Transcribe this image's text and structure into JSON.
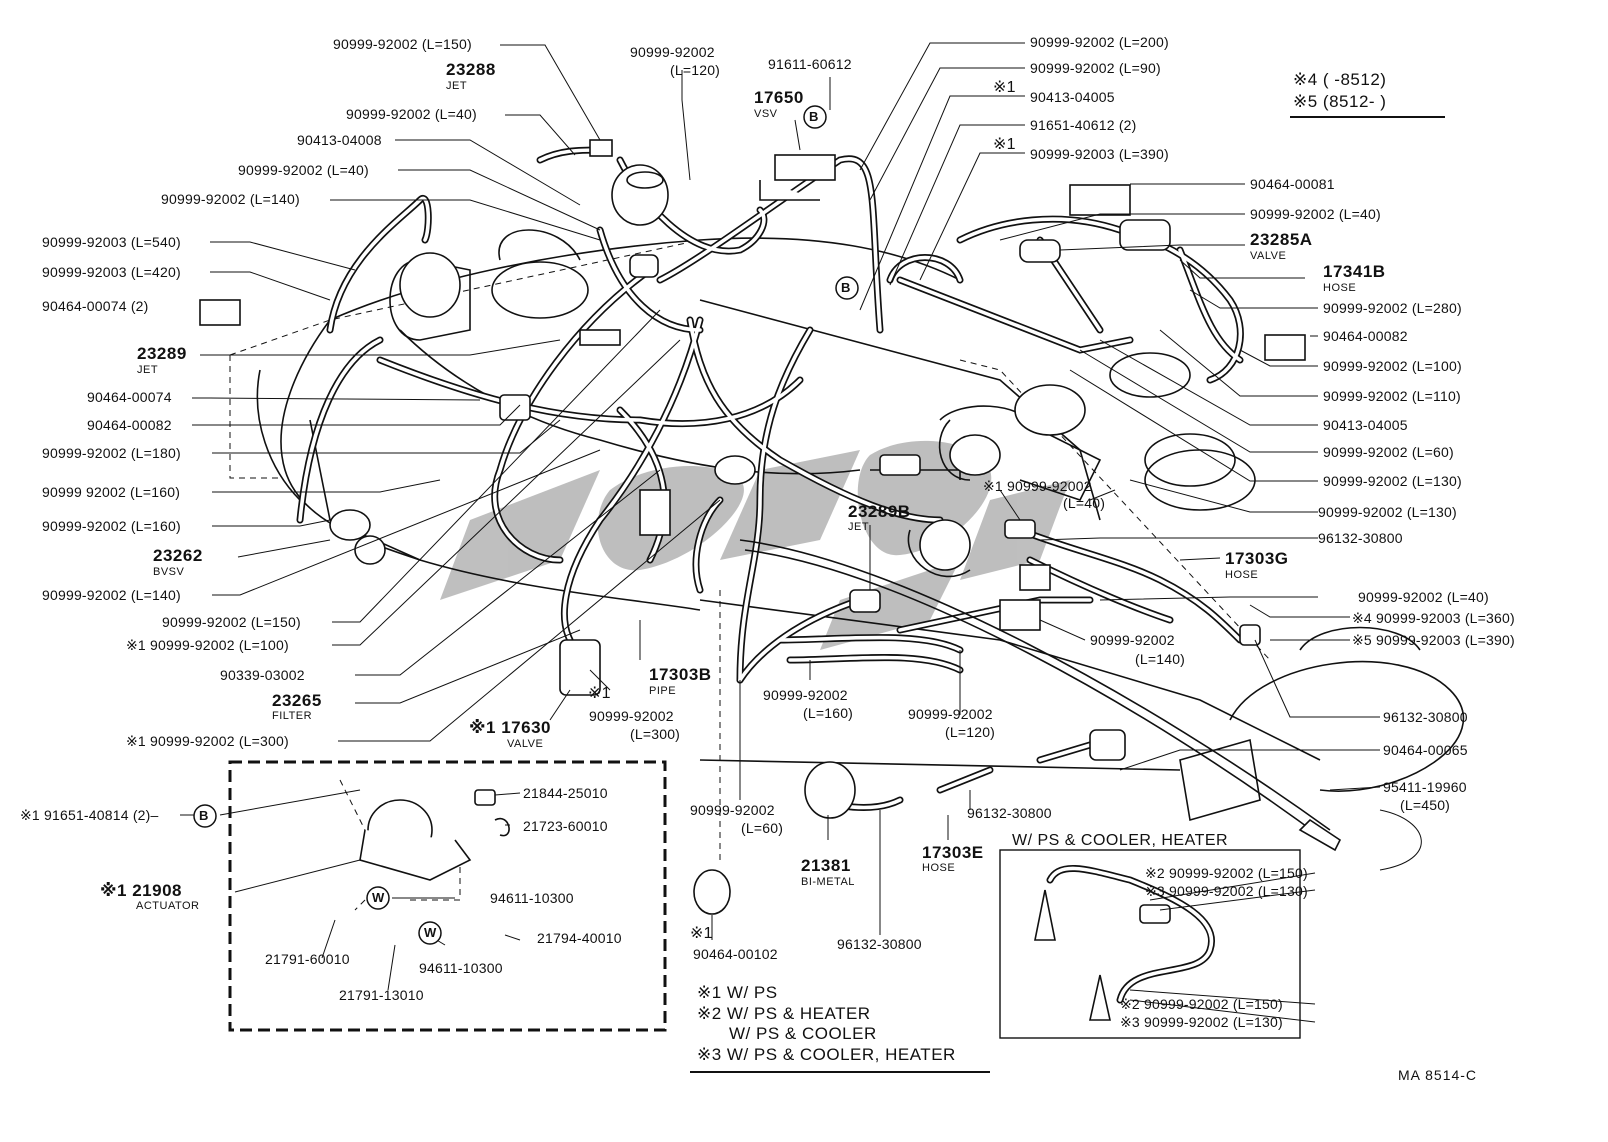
{
  "diagram": {
    "drawing_code": "MA  8514-C",
    "watermark": "TOYOTA",
    "legend_top": {
      "line1": "※4 (      -8512)",
      "line2": "※5 (8512-       )"
    },
    "legend_bottom": {
      "line1": "※1 W/ PS",
      "line2": "※2 W/ PS & HEATER",
      "line3": "W/ PS & COOLER",
      "line4": "※3 W/ PS & COOLER, HEATER"
    },
    "inset_title": "W/ PS & COOLER, HEATER",
    "callouts_left": [
      {
        "text": "90999-92002 (L=150)"
      },
      {
        "text": "23288"
      },
      {
        "text": "JET"
      },
      {
        "text": "90999-92002 (L=40)"
      },
      {
        "text": "90413-04008"
      },
      {
        "text": "90999-92002 (L=40)"
      },
      {
        "text": "90999-92002 (L=140)"
      },
      {
        "text": "90999-92003 (L=540)"
      },
      {
        "text": "90999-92003 (L=420)"
      },
      {
        "text": "90464-00074 (2)"
      },
      {
        "text": "23289"
      },
      {
        "text": "JET"
      },
      {
        "text": "90464-00074"
      },
      {
        "text": "90464-00082"
      },
      {
        "text": "90999-92002 (L=180)"
      },
      {
        "text": "90999 92002 (L=160)"
      },
      {
        "text": "90999-92002 (L=160)"
      },
      {
        "text": "23262"
      },
      {
        "text": "BVSV"
      },
      {
        "text": "90999-92002 (L=140)"
      },
      {
        "text": "90999-92002 (L=150)"
      },
      {
        "text": "※1  90999-92002 (L=100)"
      },
      {
        "text": "90339-03002"
      },
      {
        "text": "23265"
      },
      {
        "text": "FILTER"
      },
      {
        "text": "※1  90999-92002 (L=300)"
      }
    ],
    "callouts_top": [
      {
        "text": "90999-92002"
      },
      {
        "text": "(L=120)"
      },
      {
        "text": "91611-60612"
      },
      {
        "text": "17650"
      },
      {
        "text": "VSV"
      }
    ],
    "callouts_right": [
      {
        "text": "90999-92002 (L=200)"
      },
      {
        "text": "90999-92002 (L=90)"
      },
      {
        "text": "※1"
      },
      {
        "text": "90413-04005"
      },
      {
        "text": "91651-40612 (2)"
      },
      {
        "text": "※1"
      },
      {
        "text": "90999-92003 (L=390)"
      },
      {
        "text": "90464-00081"
      },
      {
        "text": "90999-92002 (L=40)"
      },
      {
        "text": "23285A"
      },
      {
        "text": "VALVE"
      },
      {
        "text": "17341B"
      },
      {
        "text": "HOSE"
      },
      {
        "text": "90999-92002 (L=280)"
      },
      {
        "text": "90464-00082"
      },
      {
        "text": "90999-92002 (L=100)"
      },
      {
        "text": "90999-92002 (L=110)"
      },
      {
        "text": "90413-04005"
      },
      {
        "text": "90999-92002 (L=60)"
      },
      {
        "text": "90999-92002 (L=130)"
      },
      {
        "text": "90999-92002 (L=130)"
      },
      {
        "text": "96132-30800"
      },
      {
        "text": "17303G"
      },
      {
        "text": "HOSE"
      },
      {
        "text": "90999-92002 (L=40)"
      },
      {
        "text": "※4  90999-92003 (L=360)"
      },
      {
        "text": "※5  90999-92003 (L=390)"
      },
      {
        "text": "96132-30800"
      },
      {
        "text": "90464-00065"
      },
      {
        "text": "95411-19960"
      },
      {
        "text": "(L=450)"
      }
    ],
    "callouts_center": [
      {
        "text": "※1  90999-92002"
      },
      {
        "text": "(L=40)"
      },
      {
        "text": "23289B"
      },
      {
        "text": "JET"
      },
      {
        "text": "90999-92002"
      },
      {
        "text": "(L=140)"
      },
      {
        "text": "17303B"
      },
      {
        "text": "PIPE"
      },
      {
        "text": "※1"
      },
      {
        "text": "90999-92002"
      },
      {
        "text": "(L=300)"
      },
      {
        "text": "※1  17630"
      },
      {
        "text": "VALVE"
      },
      {
        "text": "90999-92002"
      },
      {
        "text": "(L=160)"
      },
      {
        "text": "90999-92002"
      },
      {
        "text": "(L=120)"
      },
      {
        "text": "90999-92002"
      },
      {
        "text": "(L=60)"
      },
      {
        "text": "21381"
      },
      {
        "text": "BI-METAL"
      },
      {
        "text": "17303E"
      },
      {
        "text": "HOSE"
      },
      {
        "text": "96132-30800"
      },
      {
        "text": "96132-30800"
      },
      {
        "text": "※1"
      },
      {
        "text": "90464-00102"
      }
    ],
    "inset_actuator": [
      {
        "text": "※1 91651-40814 (2)–"
      },
      {
        "text": "B"
      },
      {
        "text": "21844-25010"
      },
      {
        "text": "21723-60010"
      },
      {
        "text": "※1 21908"
      },
      {
        "text": "ACTUATOR"
      },
      {
        "text": "W"
      },
      {
        "text": "94611-10300"
      },
      {
        "text": "W"
      },
      {
        "text": "21794-40010"
      },
      {
        "text": "21791-60010"
      },
      {
        "text": "94611-10300"
      },
      {
        "text": "21791-13010"
      }
    ],
    "inset_heater": [
      {
        "text": "※2  90999-92002 (L=150)"
      },
      {
        "text": "※3  90999-92002 (L=130)"
      },
      {
        "text": "※2  90999-92002 (L=150)"
      },
      {
        "text": "※3  90999-92002 (L=130)"
      }
    ],
    "circle_marks": [
      {
        "text": "B"
      },
      {
        "text": "B"
      }
    ]
  }
}
